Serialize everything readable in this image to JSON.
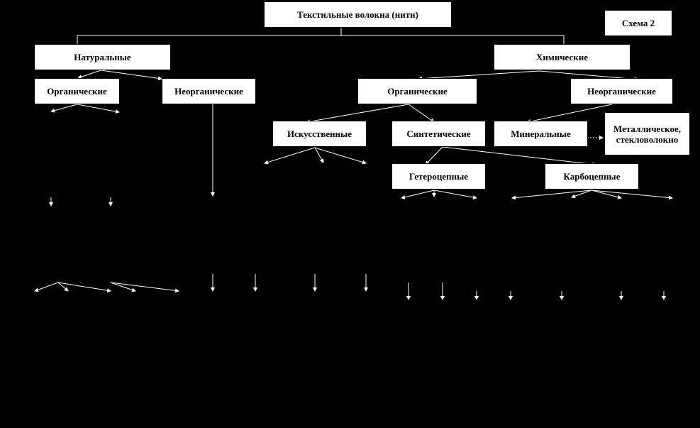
{
  "scheme_label": "Схема 2",
  "nodes": {
    "root": "Текстильные волокна (нити)",
    "natural": "Натуральные",
    "chemical": "Химические",
    "natural_organic": "Органические",
    "natural_inorganic": "Неорганические",
    "chemical_organic": "Органические",
    "chemical_inorganic": "Неорганические",
    "artificial": "Искусственные",
    "synthetic": "Синтетические",
    "mineral": "Минеральные",
    "metal_glass": "Металлическое, стекловолокно",
    "heterochain": "Гетероцепные",
    "carbochain": "Карбоцепные"
  },
  "colors": {
    "background": "#000000",
    "box": "#ffffff",
    "text": "#000000"
  }
}
